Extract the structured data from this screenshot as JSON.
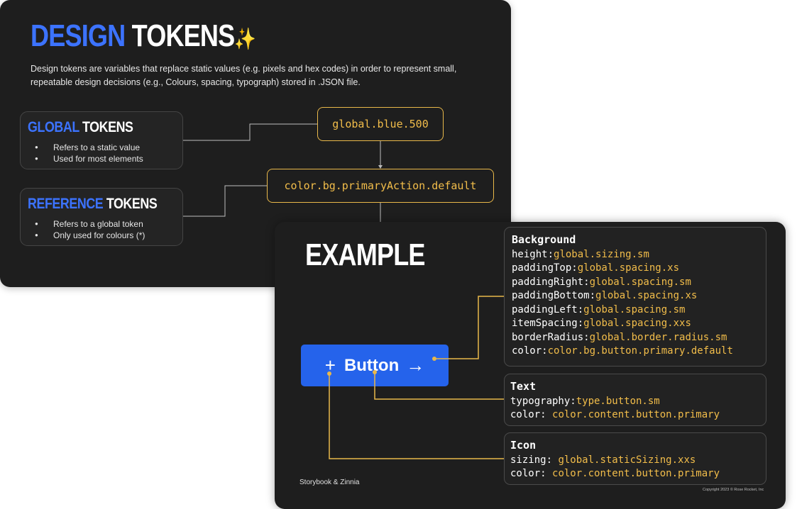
{
  "top_panel": {
    "title_accent": "DESIGN",
    "title_rest": "TOKENS",
    "title_emoji": "✨",
    "description": "Design tokens are variables that replace static values (e.g. pixels and hex codes) in order to represent small, repeatable design decisions (e.g., Colours, spacing, typograph) stored in .JSON file.",
    "global_card": {
      "title_accent": "GLOBAL",
      "title_rest": "TOKENS",
      "items": [
        "Refers to a static value",
        "Used for most elements"
      ]
    },
    "reference_card": {
      "title_accent": "REFERENCE",
      "title_rest": "TOKENS",
      "items": [
        "Refers to a global token",
        "Only used for colours (*)"
      ]
    },
    "global_token": "global.blue.500",
    "reference_token": "color.bg.primaryAction.default"
  },
  "bottom_panel": {
    "title": "EXAMPLE",
    "button": {
      "plus_icon": "+",
      "label": "Button",
      "arrow_icon": "→",
      "color": "#2563eb"
    },
    "background_box": {
      "title": "Background",
      "props": [
        {
          "name": "height:",
          "value": "global.sizing.sm"
        },
        {
          "name": "paddingTop:",
          "value": "global.spacing.xs"
        },
        {
          "name": "paddingRight:",
          "value": "global.spacing.sm"
        },
        {
          "name": "paddingBottom:",
          "value": "global.spacing.xs"
        },
        {
          "name": "paddingLeft:",
          "value": "global.spacing.sm"
        },
        {
          "name": "itemSpacing:",
          "value": "global.spacing.xxs"
        },
        {
          "name": "borderRadius:",
          "value": "global.border.radius.sm"
        },
        {
          "name": "color:",
          "value": "color.bg.button.primary.default"
        }
      ]
    },
    "text_box": {
      "title": "Text",
      "props": [
        {
          "name": "typography:",
          "value": "type.button.sm"
        },
        {
          "name": "color: ",
          "value": "color.content.button.primary"
        }
      ]
    },
    "icon_box": {
      "title": "Icon",
      "props": [
        {
          "name": "sizing: ",
          "value": "global.staticSizing.xxs"
        },
        {
          "name": "color: ",
          "value": "color.content.button.primary"
        }
      ]
    },
    "footer_left": "Storybook & Zinnia",
    "footer_right": "Copyright 2023 © Rose Rocket, Inc"
  },
  "colors": {
    "accent_blue": "#3c73ff",
    "token_gold": "#f2bd4a",
    "panel_bg": "#1e1e1e"
  }
}
